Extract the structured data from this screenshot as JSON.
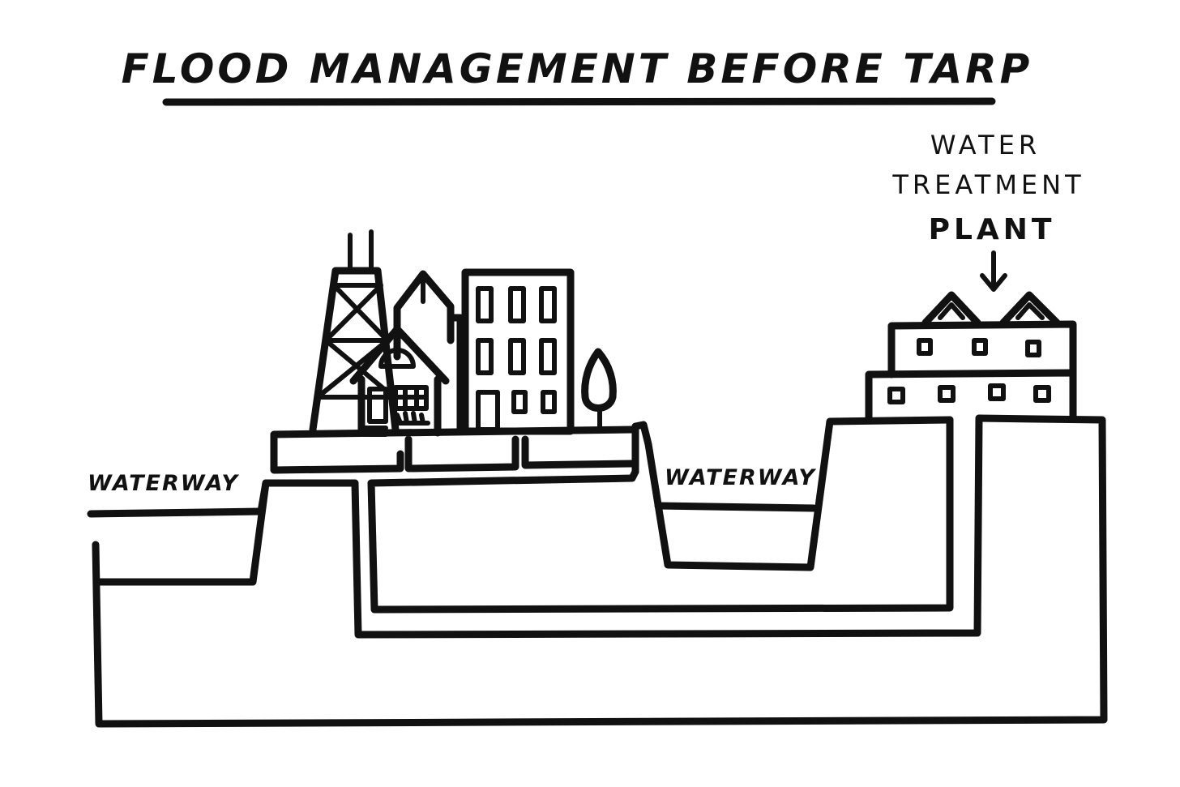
{
  "title": "FLOOD MANAGEMENT BEFORE TARP",
  "labels": {
    "waterway_left": "WATERWAY",
    "waterway_right": "WATERWAY",
    "plant_line1": "WATER",
    "plant_line2": "TREATMENT",
    "plant_line3": "PLANT"
  },
  "colors": {
    "ink": "#111111",
    "paper": "#ffffff"
  },
  "icons": {
    "arrow": "down-arrow-icon"
  }
}
